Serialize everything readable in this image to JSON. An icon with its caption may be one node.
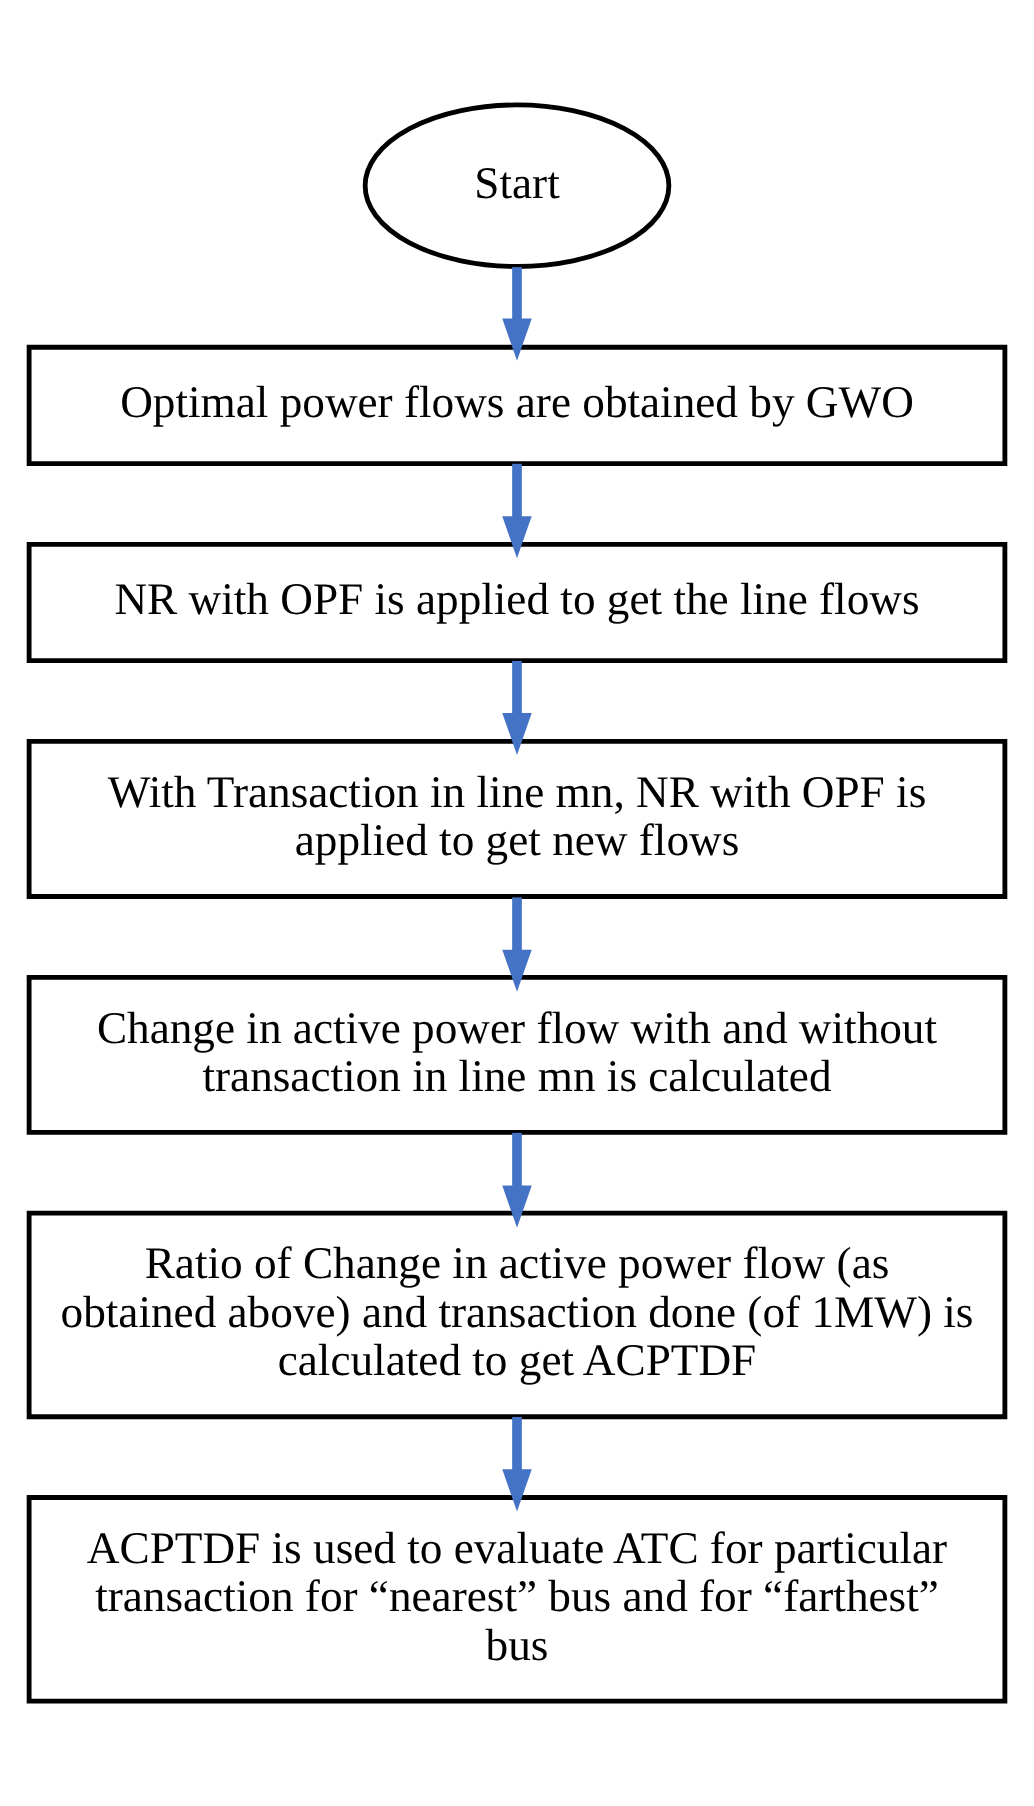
{
  "diagram": {
    "nodes": [
      {
        "text": [
          "Start"
        ]
      },
      {
        "text": [
          "Optimal power flows are obtained by GWO"
        ]
      },
      {
        "text": [
          "NR with OPF is applied to get the line flows"
        ]
      },
      {
        "text": [
          "With Transaction in line mn, NR with OPF is applied to get new flows"
        ]
      },
      {
        "text": [
          "Change in active power flow with and without transaction in line mn is calculated"
        ]
      },
      {
        "text": [
          "Ratio of Change in active power flow (as obtained above) and transaction done (of 1MW) is calculated to get ACPTDF"
        ]
      },
      {
        "text": [
          "ACPTDF is used to evaluate ATC for particular transaction for “nearest” bus and for “farthest” bus"
        ]
      }
    ],
    "edges": [
      {
        "from": 0,
        "to": 1,
        "arrow": "to"
      },
      {
        "from": 1,
        "to": 2,
        "arrow": "to"
      },
      {
        "from": 2,
        "to": 3,
        "arrow": "to"
      },
      {
        "from": 3,
        "to": 4,
        "arrow": "to"
      },
      {
        "from": 4,
        "to": 5,
        "arrow": "to"
      },
      {
        "from": 5,
        "to": 6,
        "arrow": "to"
      }
    ]
  }
}
